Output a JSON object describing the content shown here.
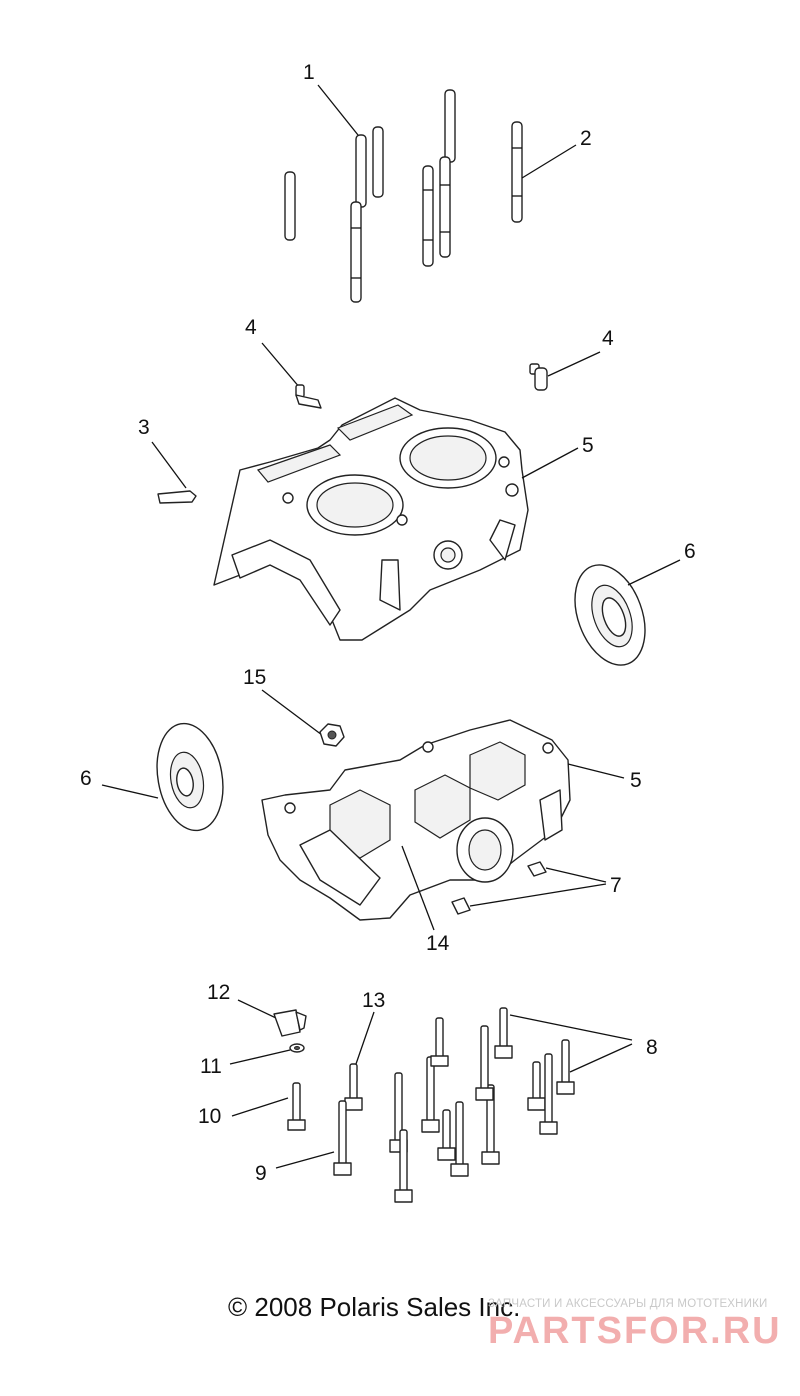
{
  "callouts": {
    "c1": "1",
    "c2": "2",
    "c3": "3",
    "c4a": "4",
    "c4b": "4",
    "c5a": "5",
    "c5b": "5",
    "c6a": "6",
    "c6b": "6",
    "c7": "7",
    "c8": "8",
    "c9": "9",
    "c10": "10",
    "c11": "11",
    "c12": "12",
    "c13": "13",
    "c14": "14",
    "c15": "15"
  },
  "footer": {
    "copyright": "© 2008 Polaris Sales Inc.",
    "watermark_text": "ЗАПЧАСТИ И АКСЕССУАРЫ ДЛЯ МОТОТЕХНИКИ",
    "watermark_logo": "PARTSFOR.RU"
  },
  "colors": {
    "line": "#111111",
    "background": "#ffffff",
    "watermark": "#f0a0a0"
  }
}
